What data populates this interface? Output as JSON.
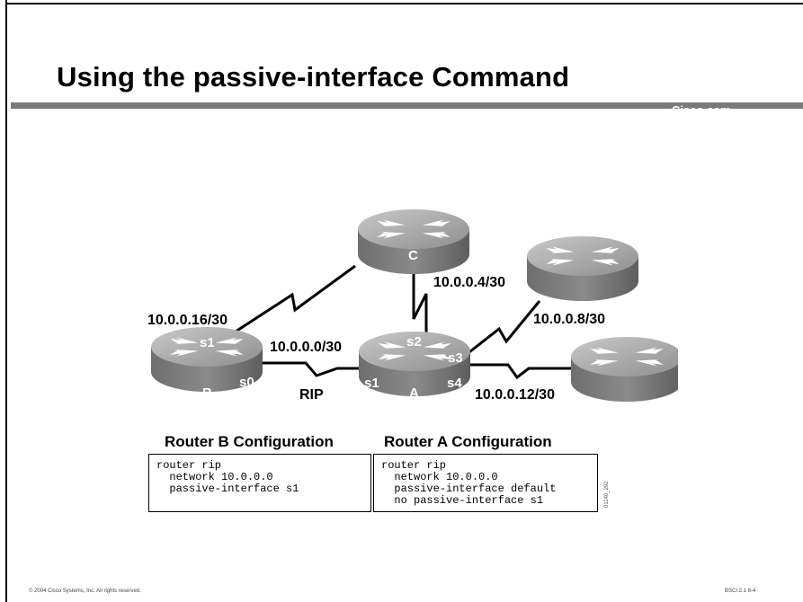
{
  "slide": {
    "title": "Using the passive-interface Command",
    "brand": "Cisco.com",
    "footer_left": "© 2004 Cisco Systems, Inc. All rights reserved.",
    "footer_right": "BSCI 2.1   6-4",
    "figure_id": "01140_292"
  },
  "diagram": {
    "routers": {
      "c": "C",
      "b": "B",
      "a": "A"
    },
    "links": {
      "c_a": "10.0.0.4/30",
      "b_c": "10.0.0.16/30",
      "b_a": "10.0.0.0/30",
      "a_top_right": "10.0.0.8/30",
      "a_right": "10.0.0.12/30",
      "protocol": "RIP"
    },
    "interfaces": {
      "b_s1": "s1",
      "b_s0": "s0",
      "a_s1": "s1",
      "a_s2": "s2",
      "a_s3": "s3",
      "a_s4": "s4"
    }
  },
  "configs": {
    "router_b": {
      "heading": "Router B Configuration",
      "lines": [
        "router rip",
        "  network 10.0.0.0",
        "  passive-interface s1"
      ]
    },
    "router_a": {
      "heading": "Router A Configuration",
      "lines": [
        "router rip",
        "  network 10.0.0.0",
        "  passive-interface default",
        "  no passive-interface s1"
      ]
    }
  }
}
